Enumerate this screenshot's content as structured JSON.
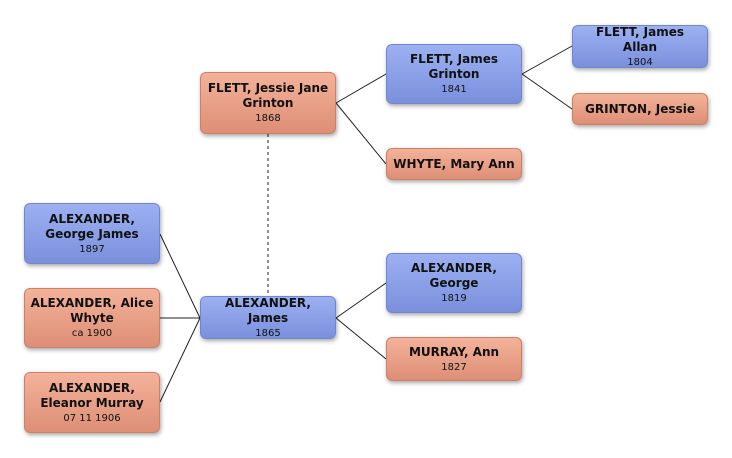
{
  "people": {
    "jessie_jane": {
      "name": "FLETT, Jessie Jane Grinton",
      "date": "1868",
      "sex": "female"
    },
    "james_grinton": {
      "name": "FLETT, James Grinton",
      "date": "1841",
      "sex": "male"
    },
    "james_allan": {
      "name": "FLETT, James Allan",
      "date": "1804",
      "sex": "male"
    },
    "jessie_grinton": {
      "name": "GRINTON, Jessie",
      "date": "",
      "sex": "female"
    },
    "mary_ann": {
      "name": "WHYTE, Mary Ann",
      "date": "",
      "sex": "female"
    },
    "george_james": {
      "name": "ALEXANDER, George James",
      "date": "1897",
      "sex": "male"
    },
    "alice": {
      "name": "ALEXANDER, Alice Whyte",
      "date": "ca 1900",
      "sex": "female"
    },
    "eleanor": {
      "name": "ALEXANDER, Eleanor Murray",
      "date": "07 11 1906",
      "sex": "female"
    },
    "james": {
      "name": "ALEXANDER, James",
      "date": "1865",
      "sex": "male"
    },
    "george": {
      "name": "ALEXANDER, George",
      "date": "1819",
      "sex": "male"
    },
    "ann": {
      "name": "MURRAY, Ann",
      "date": "1827",
      "sex": "female"
    }
  },
  "colors": {
    "male": "#8ea2ea",
    "female": "#e9a088",
    "line": "#222222"
  }
}
